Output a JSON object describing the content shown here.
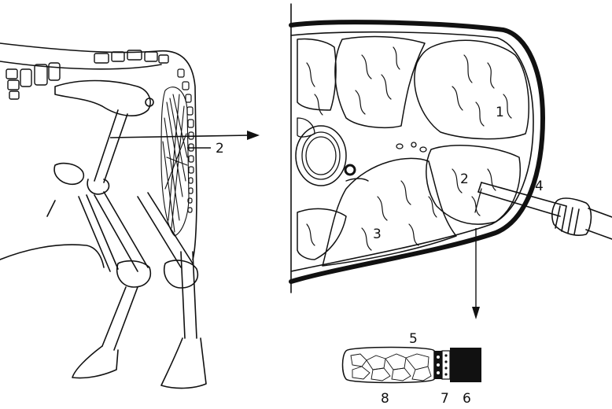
{
  "figure": {
    "labels": {
      "muscle_limb": "2",
      "section_1": "1",
      "section_2": "2",
      "section_3": "3",
      "instrument": "4",
      "sample_5": "5",
      "sample_6": "6",
      "sample_7": "7",
      "sample_8": "8"
    },
    "colors": {
      "ink": "#111111",
      "background": "#ffffff",
      "sample_dark": "#111111"
    }
  }
}
